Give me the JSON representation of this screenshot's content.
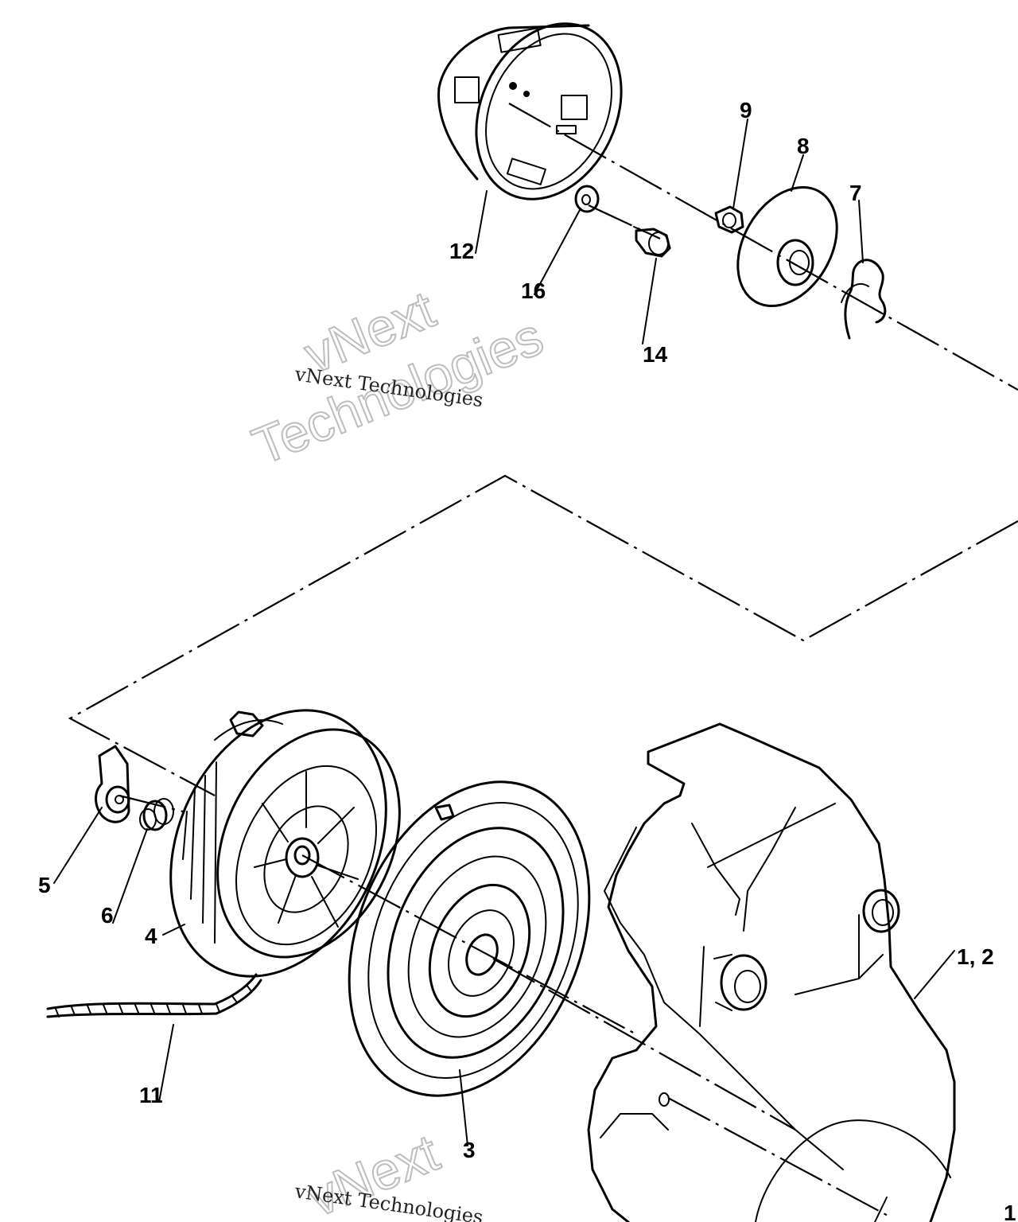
{
  "callouts": {
    "c12": "12",
    "c16": "16",
    "c14": "14",
    "c9": "9",
    "c8": "8",
    "c7": "7",
    "c5": "5",
    "c6": "6",
    "c4": "4",
    "c11": "11",
    "c3": "3",
    "c12_housing": "1, 2",
    "c1_cut": "1"
  },
  "watermark": {
    "small_text": "vNext Technologies",
    "big_line1": "vNext",
    "big_line2": "Technologies"
  },
  "colors": {
    "ink": "#000000",
    "paper": "#ffffff",
    "watermark_outline": "#bdbdbd"
  }
}
